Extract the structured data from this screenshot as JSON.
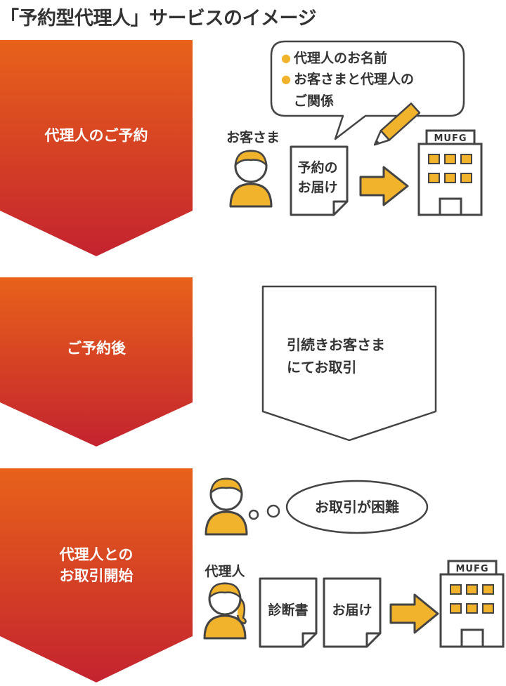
{
  "title": "「予約型代理人」サービスのイメージ",
  "steps": [
    {
      "label_lines": [
        "代理人のご予約"
      ]
    },
    {
      "label_lines": [
        "ご予約後"
      ]
    },
    {
      "label_lines": [
        "代理人との",
        "お取引開始"
      ]
    }
  ],
  "step1": {
    "customer_label": "お客さま",
    "bubble_items": [
      "代理人のお名前",
      "お客さまと代理人の",
      "ご関係"
    ],
    "document_lines": [
      "予約の",
      "お届け"
    ],
    "bank_logo": "MUFG"
  },
  "step2": {
    "message_lines": [
      "引続きお客さま",
      "にてお取引"
    ]
  },
  "step3": {
    "thought_text": "お取引が困難",
    "agent_label": "代理人",
    "document_a": "診断書",
    "document_b": "お届け",
    "bank_logo": "MUFG"
  },
  "colors": {
    "step_top": "#e8621a",
    "step_bottom": "#c4232f",
    "accent_yellow": "#f2b32c",
    "line": "#444444"
  }
}
